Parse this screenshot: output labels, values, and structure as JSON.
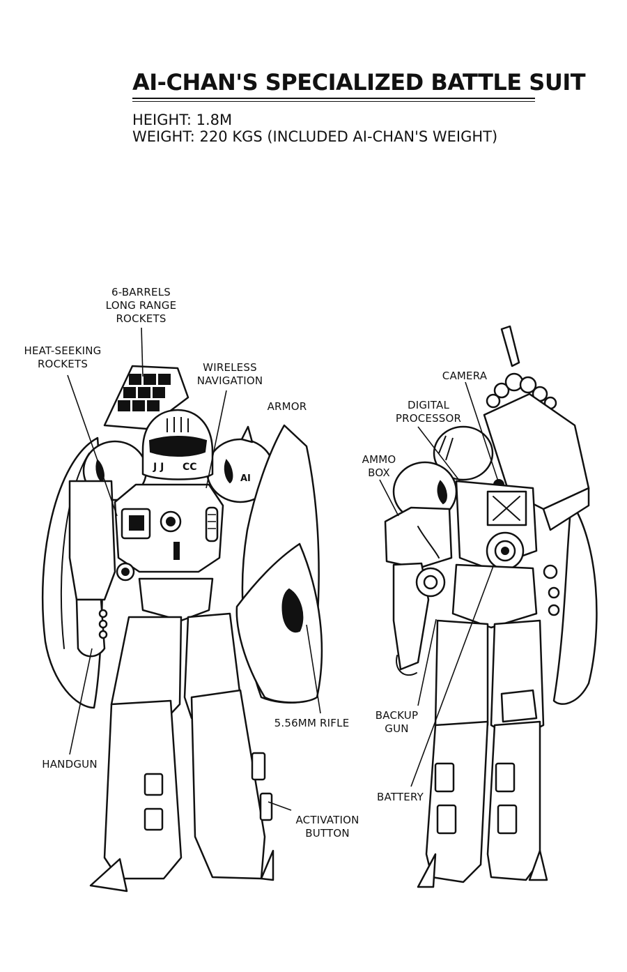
{
  "title": "AI-CHAN'S SPECIALIZED BATTLE SUIT",
  "specs": {
    "height": "HEIGHT: 1.8M",
    "weight": "WEIGHT: 220 KGS (INCLUDED AI-CHAN'S WEIGHT)"
  },
  "front_labels": {
    "rockets_6_barrel": [
      "6-BARRELS",
      "LONG RANGE",
      "ROCKETS"
    ],
    "heat_seeking": [
      "HEAT-SEEKING",
      "ROCKETS"
    ],
    "wireless_navigation": [
      "WIRELESS",
      "NAVIGATION"
    ],
    "armor": "ARMOR",
    "rifle": "5.56MM RIFLE",
    "handgun": "HANDGUN",
    "activation_button": [
      "ACTIVATION",
      "BUTTON"
    ]
  },
  "back_labels": {
    "camera": "CAMERA",
    "digital_processor": [
      "DIGITAL",
      "PROCESSOR"
    ],
    "ammo_box": [
      "AMMO",
      "BOX"
    ],
    "backup_gun": [
      "BACKUP",
      "GUN"
    ],
    "battery": "BATTERY"
  },
  "emblem_text": [
    "AI",
    "CC"
  ],
  "colors": {
    "ink": "#111111",
    "paper": "#ffffff"
  }
}
